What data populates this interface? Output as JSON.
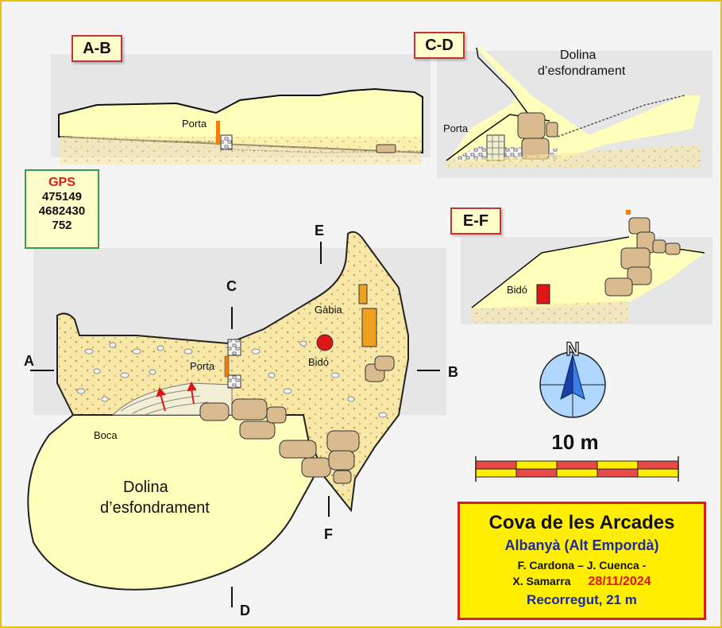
{
  "sections": {
    "ab": "A-B",
    "cd": "C-D",
    "ef": "E-F"
  },
  "markers": {
    "a": "A",
    "b": "B",
    "c": "C",
    "d": "D",
    "e": "E",
    "f": "F"
  },
  "gps": {
    "title": "GPS",
    "easting": "475149",
    "northing": "4682430",
    "altitude": "752"
  },
  "labels": {
    "porta": "Porta",
    "dolina_line1": "Dolina",
    "dolina_line2": "d’esfondrament",
    "bido": "Bidó",
    "gabia": "Gàbia",
    "boca": "Boca"
  },
  "compass": {
    "north": "N"
  },
  "scale": {
    "label": "10 m"
  },
  "title_block": {
    "cave_name": "Cova de les Arcades",
    "location": "Albanyà  (Alt Empordà)",
    "authors_line1": "F. Cardona  –  J. Cuenca  -",
    "authors_line2": "X. Samarra",
    "date": "28/11/2024",
    "length": "Recorregut, 21 m"
  },
  "colors": {
    "frame": "#e8c400",
    "cave_floor": "#ffffbb",
    "sediment": "#f7e7a8",
    "rock": "#d9bb8f",
    "door": "#ef7d10",
    "drum": "#e01515",
    "title_bg": "#ffee00",
    "title_border": "#d42020",
    "gps_border": "#3d9b4f"
  }
}
